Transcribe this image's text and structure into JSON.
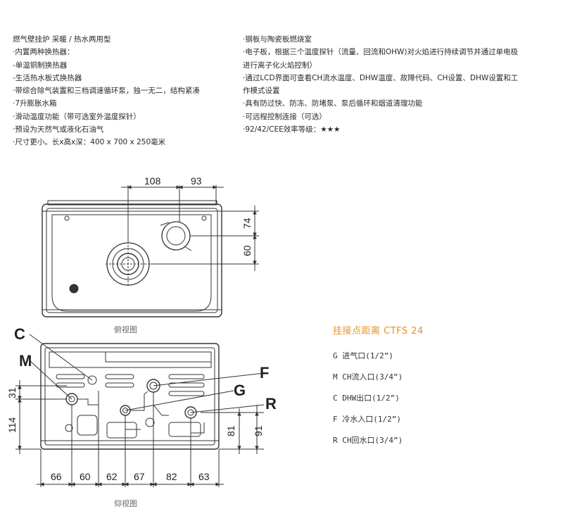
{
  "features_left": [
    "燃气壁挂炉    采暖 / 热水两用型",
    "·内置两种换热器：",
    "-单温铜制换热器",
    "-生活热水板式换热器",
    "·带综合除气装置和三档调速循环泵，独一无二，结构紧凑",
    "·7升膨胀水箱",
    "·滑动温度功能（带可选室外温度探针）",
    "·预设为天然气或液化石油气",
    "·尺寸更小。长x高x深：400 x 700 x 250毫米"
  ],
  "features_right": [
    "·钢板与陶瓷板燃烧室",
    "·电子板，根据三个温度探针（流量、回流和OHW)对火焰进行持续调节并通过单电极",
    "进行离子化火焰控制）",
    "·通过LCD界面可查看CH流水温度、DHW温度、故障代码、CH设置、DHW设置和工",
    "作模式设置",
    "·具有防过快、防冻、防堵泵、泵后循环和烟道清理功能",
    "·可远程控制连接（可选）",
    "·92/42/CEE效率等级：★★★"
  ],
  "top_view": {
    "caption": "俯视图",
    "dims": {
      "d108": "108",
      "d93": "93",
      "d74": "74",
      "d60": "60"
    }
  },
  "bottom_view": {
    "caption": "仰视图",
    "letters": {
      "C": "C",
      "M": "M",
      "F": "F",
      "G": "G",
      "R": "R"
    },
    "dims_bottom": [
      "66",
      "60",
      "62",
      "67",
      "82",
      "63"
    ],
    "dims_left": {
      "d31": "31",
      "d114": "114"
    },
    "dims_right": {
      "d81": "81",
      "d91": "91"
    }
  },
  "connections": {
    "title": "挂接点距离  CTFS 24",
    "items": [
      "G  进气口(1/2”)",
      "M  CH流入口(3/4”)",
      "C  DHW出口(1/2”)",
      "F  冷水入口(1/2”)",
      "R  CH回水口(3/4”)"
    ]
  }
}
